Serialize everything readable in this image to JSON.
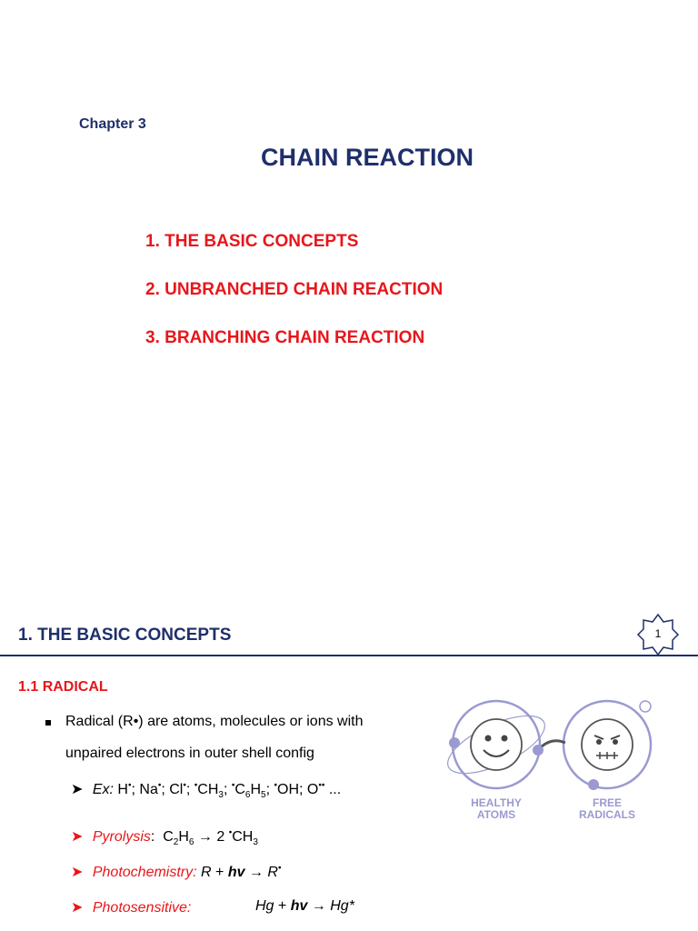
{
  "slide1": {
    "chapter": "Chapter 3",
    "title": "CHAIN REACTION",
    "toc": [
      "1. THE BASIC CONCEPTS",
      "2. UNBRANCHED CHAIN REACTION",
      "3. BRANCHING CHAIN REACTION"
    ]
  },
  "slide2": {
    "title": "1. THE BASIC CONCEPTS",
    "page_number": "1",
    "subtitle": "1.1 RADICAL",
    "bullet_line1": "Radical (R•) are atoms, molecules or ions with",
    "bullet_line2": "unpaired electrons in outer shell config",
    "ex_label": "Ex:",
    "pyrolysis_label": "Pyrolysis",
    "photochemistry_label": "Photochemistry:",
    "photosensitive_label": "Photosensitive:",
    "illustration": {
      "left_label_1": "HEALTHY",
      "left_label_2": "ATOMS",
      "right_label_1": "FREE",
      "right_label_2": "RADICALS"
    }
  },
  "colors": {
    "navy": "#1f2f6b",
    "red": "#e8161b",
    "illustration_purple": "#9a9ad0"
  }
}
